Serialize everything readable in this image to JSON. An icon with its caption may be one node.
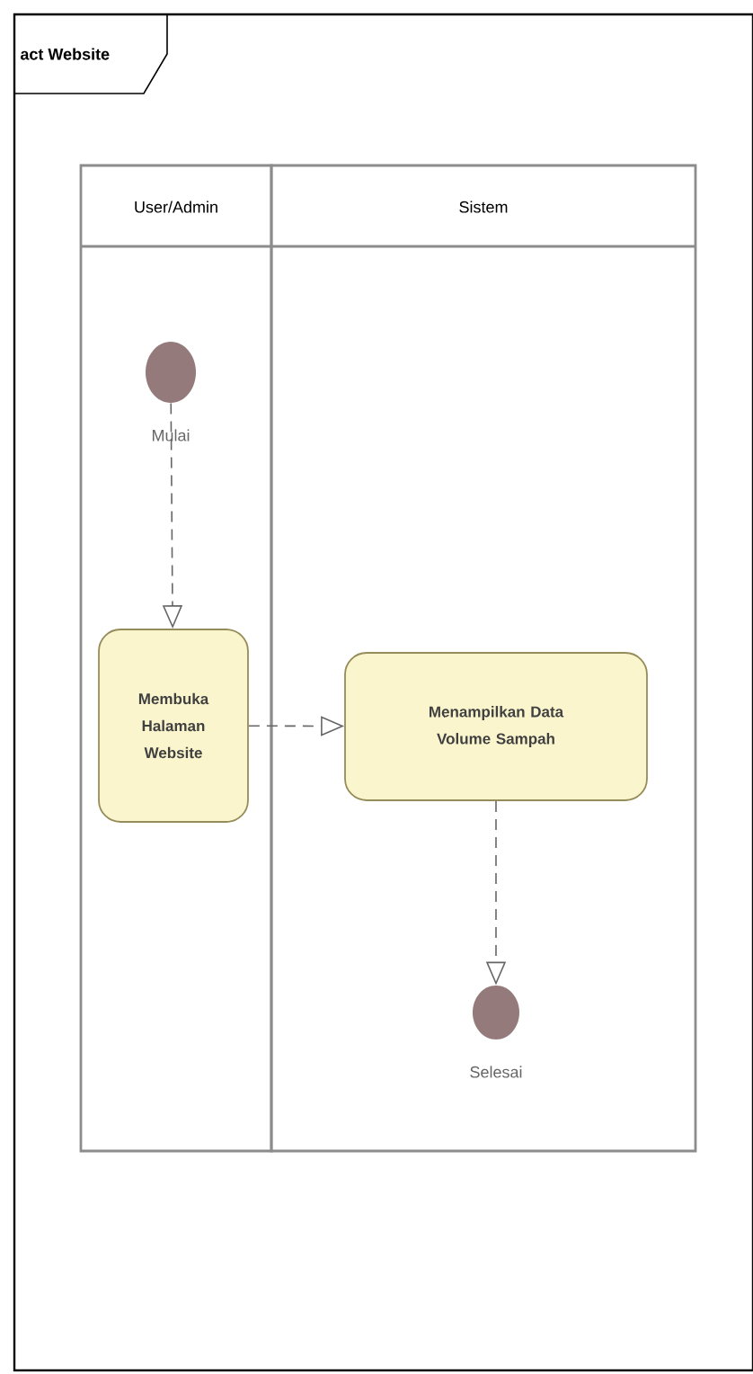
{
  "diagram": {
    "nodes": [
      {
        "text": [
          "act Website"
        ]
      },
      {
        "text": [
          "User/Admin"
        ],
        "in": 0
      },
      {
        "text": [
          "Sistem"
        ],
        "in": 0
      },
      {
        "text": [],
        "shape": "circle",
        "in": 1,
        "beside": [
          "Mulai"
        ]
      },
      {
        "text": [
          "Membuka Halaman Website"
        ],
        "in": 1
      },
      {
        "text": [
          "Menampilkan Data Volume Sampah"
        ],
        "in": 2
      },
      {
        "text": [],
        "shape": "circle",
        "in": 2,
        "beside": [
          "Selesai"
        ]
      }
    ],
    "edges": [
      {
        "from": 3,
        "to": 4,
        "arrow": "to",
        "style": "dashed"
      },
      {
        "from": 4,
        "to": 5,
        "arrow": "to",
        "style": "dashed"
      },
      {
        "from": 5,
        "to": 6,
        "arrow": "to",
        "style": "dashed"
      }
    ]
  }
}
